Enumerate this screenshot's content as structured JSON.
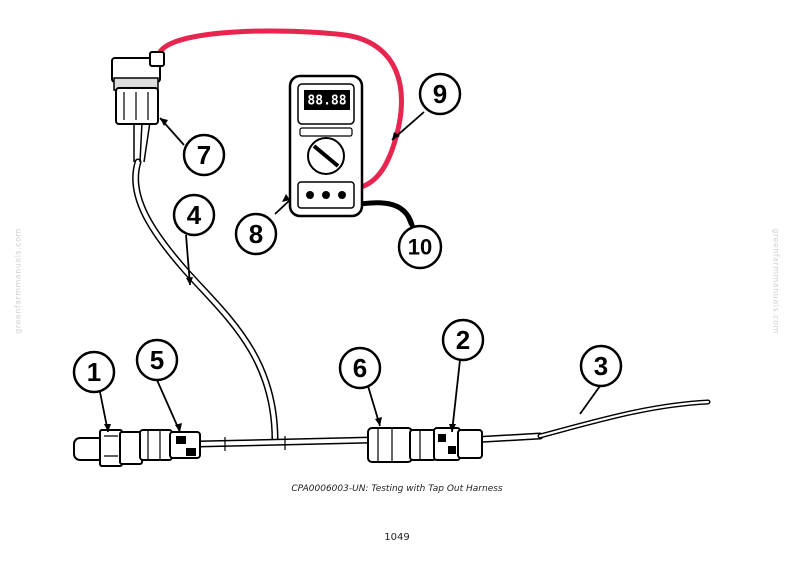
{
  "figure": {
    "callouts": [
      "1",
      "2",
      "3",
      "4",
      "5",
      "6",
      "7",
      "8",
      "9",
      "10"
    ],
    "meter_display": "88.88",
    "colors": {
      "red_lead": "#e8254f",
      "line": "#000000",
      "background": "#ffffff"
    }
  },
  "caption": "CPA0006003-UN: Testing with Tap Out Harness",
  "page_number": "1049",
  "watermark": "greenfarmmanuals.com"
}
